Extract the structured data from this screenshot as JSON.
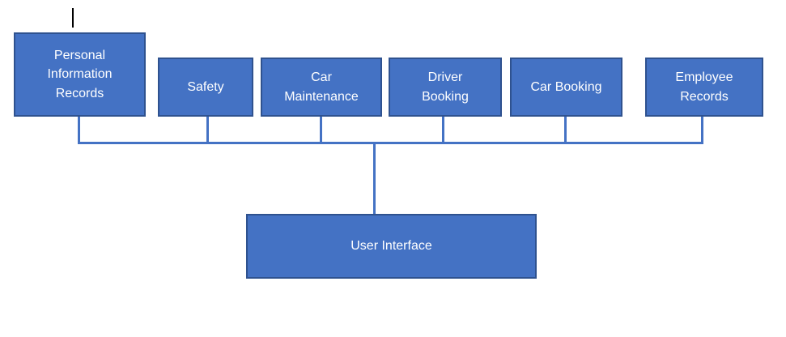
{
  "diagram": {
    "type": "block-hierarchy",
    "nodes": [
      {
        "id": "personal-information-records",
        "label": "Personal Information Records"
      },
      {
        "id": "safety",
        "label": "Safety"
      },
      {
        "id": "car-maintenance",
        "label": "Car Maintenance"
      },
      {
        "id": "driver-booking",
        "label": "Driver Booking"
      },
      {
        "id": "car-booking",
        "label": "Car Booking"
      },
      {
        "id": "employee-records",
        "label": "Employee Records"
      }
    ],
    "root": {
      "id": "user-interface",
      "label": "User Interface"
    },
    "edges": [
      {
        "from": "user-interface",
        "to": "personal-information-records"
      },
      {
        "from": "user-interface",
        "to": "safety"
      },
      {
        "from": "user-interface",
        "to": "car-maintenance"
      },
      {
        "from": "user-interface",
        "to": "driver-booking"
      },
      {
        "from": "user-interface",
        "to": "car-booking"
      },
      {
        "from": "user-interface",
        "to": "employee-records"
      }
    ],
    "colors": {
      "node_fill": "#4472C4",
      "node_border": "#2F528F",
      "connector": "#4472C4",
      "text": "#FFFFFF",
      "background": "#FFFFFF",
      "stray_line": "#000000"
    }
  }
}
